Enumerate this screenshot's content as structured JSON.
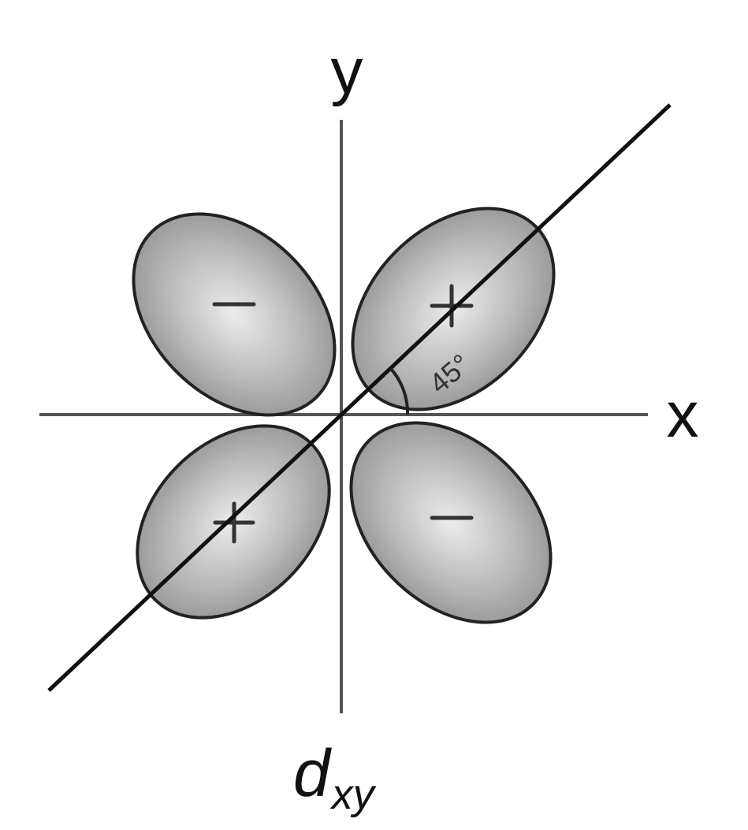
{
  "axes": {
    "x_label": "x",
    "y_label": "y"
  },
  "orbital": {
    "symbol": "d",
    "subscript": "xy"
  },
  "angle": {
    "label": "45°"
  },
  "lobes": [
    {
      "quadrant": "upper-left",
      "sign": "−"
    },
    {
      "quadrant": "upper-right",
      "sign": "+"
    },
    {
      "quadrant": "lower-left",
      "sign": "+"
    },
    {
      "quadrant": "lower-right",
      "sign": "−"
    }
  ],
  "colors": {
    "lobe_center": "#e8e8e8",
    "lobe_edge": "#8a8a8a",
    "outline": "#222222",
    "background": "#ffffff"
  }
}
